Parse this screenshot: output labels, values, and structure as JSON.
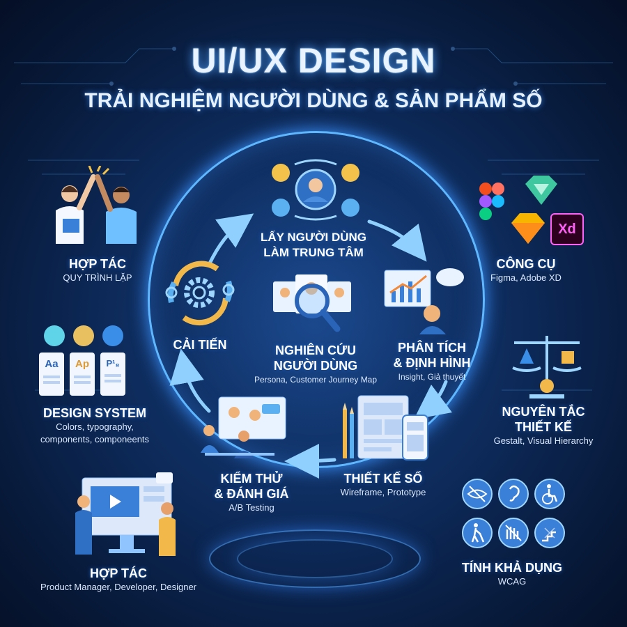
{
  "header": {
    "title": "UI/UX DESIGN",
    "subtitle": "TRẢI NGHIỆM NGƯỜI DÙNG & SẢN PHẨM SỐ"
  },
  "cycle": {
    "user_centered": {
      "line1": "LẤY NGƯỜI DÙNG",
      "line2": "LÀM TRUNG TÂM"
    },
    "research": {
      "line1": "NGHIÊN CỨU",
      "line2": "NGƯỜI DÙNG",
      "sub": "Persona, Customer Journey Map"
    },
    "analysis": {
      "line1": "PHÂN TÍCH",
      "line2": "& ĐỊNH HÌNH",
      "sub": "Insight, Giả thuyết"
    },
    "digital_design": {
      "title": "THIẾT KẾ SỐ",
      "sub": "Wireframe, Prototype"
    },
    "testing": {
      "line1": "KIỂM THỬ",
      "line2": "& ĐÁNH GIÁ",
      "sub": "A/B Testing"
    },
    "improve": {
      "title": "CẢI TIẾN"
    }
  },
  "side": {
    "collab_top": {
      "title": "HỢP TÁC",
      "sub": "QUY TRÌNH LẶP"
    },
    "design_system": {
      "title": "DESIGN SYSTEM",
      "sub1": "Colors, typography,",
      "sub2": "components, componeents"
    },
    "collab_bottom": {
      "title": "HỢP TÁC",
      "sub": "Product Manager, Developer, Designer"
    },
    "tools": {
      "title": "CÔNG CỤ",
      "sub": "Figma, Adobe XD",
      "xd_label": "Xd"
    },
    "principles": {
      "line1": "NGUYÊN TẮC",
      "line2": "THIẾT KẾ",
      "sub": "Gestalt, Visual Hierarchy"
    },
    "usability": {
      "title": "TÍNH KHẢ DỤNG",
      "sub": "WCAG"
    }
  },
  "type_cards": [
    "Aa",
    "Ap",
    "P¹₈"
  ],
  "colors": {
    "accent": "#5fb7ff",
    "swatch_teal": "#5fd3e8",
    "swatch_gold": "#e8c060",
    "swatch_blue": "#3a8ee8",
    "arrow": "#8fd0ff"
  }
}
